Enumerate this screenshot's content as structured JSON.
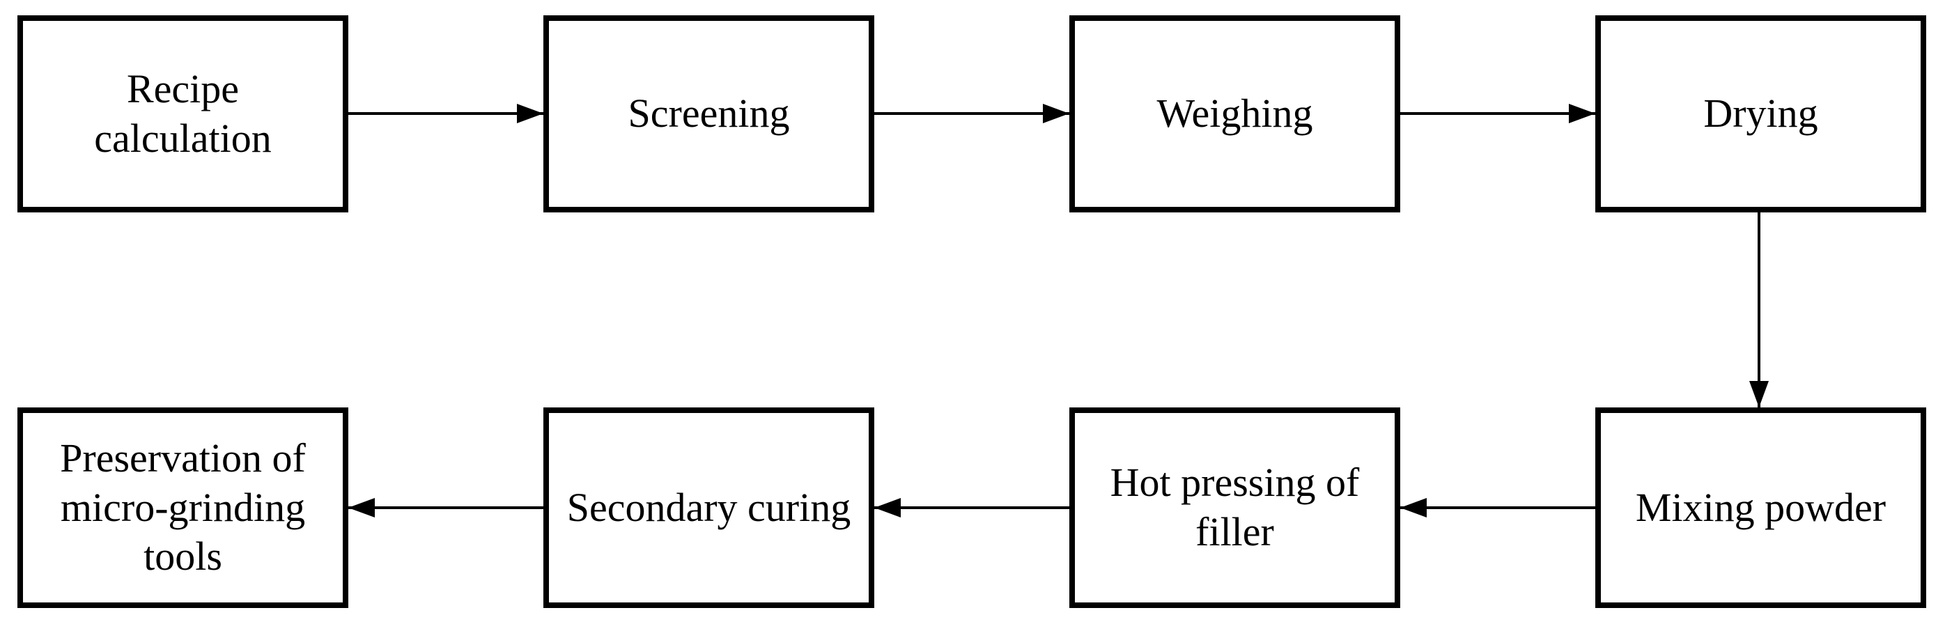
{
  "diagram": {
    "type": "flowchart",
    "background_color": "#ffffff",
    "box_border_color": "#000000",
    "box_fill_color": "#ffffff",
    "text_color": "#000000",
    "arrow_color": "#000000",
    "nodes": {
      "recipe": {
        "label": "Recipe calculation"
      },
      "screening": {
        "label": "Screening"
      },
      "weighing": {
        "label": "Weighing"
      },
      "drying": {
        "label": "Drying"
      },
      "mixing": {
        "label": "Mixing powder"
      },
      "hotpress": {
        "label": "Hot pressing of filler"
      },
      "curing": {
        "label": "Secondary curing"
      },
      "preservation": {
        "label": "Preservation of micro-grinding tools"
      }
    },
    "edges": [
      {
        "from": "Recipe calculation",
        "to": "Screening",
        "direction": "right"
      },
      {
        "from": "Screening",
        "to": "Weighing",
        "direction": "right"
      },
      {
        "from": "Weighing",
        "to": "Drying",
        "direction": "right"
      },
      {
        "from": "Drying",
        "to": "Mixing powder",
        "direction": "down"
      },
      {
        "from": "Mixing powder",
        "to": "Hot pressing of filler",
        "direction": "left"
      },
      {
        "from": "Hot pressing of filler",
        "to": "Secondary curing",
        "direction": "left"
      },
      {
        "from": "Secondary curing",
        "to": "Preservation of micro-grinding tools",
        "direction": "left"
      }
    ]
  }
}
